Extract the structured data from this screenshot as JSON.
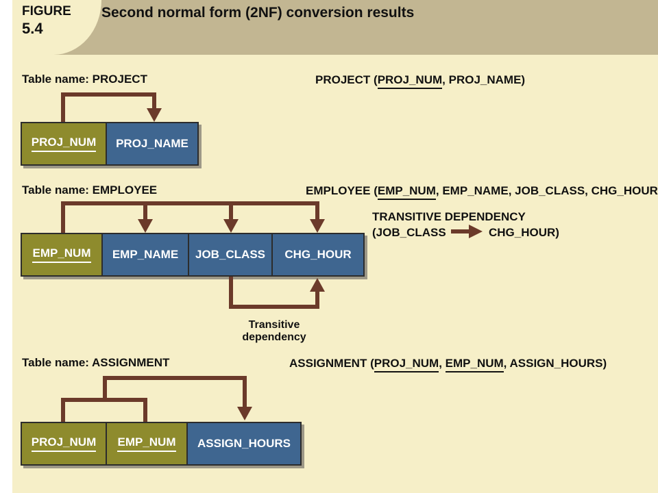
{
  "figure": {
    "label": "FIGURE",
    "number": "5.4",
    "title": "Second normal form (2NF) conversion results"
  },
  "project": {
    "table_name": "Table name: PROJECT",
    "columns": [
      {
        "name": "PROJ_NUM",
        "key": true
      },
      {
        "name": "PROJ_NAME",
        "key": false
      }
    ],
    "schema": {
      "table": "PROJECT",
      "keys": [
        "PROJ_NUM"
      ],
      "rest": [
        "PROJ_NAME"
      ]
    }
  },
  "employee": {
    "table_name": "Table name: EMPLOYEE",
    "columns": [
      {
        "name": "EMP_NUM",
        "key": true
      },
      {
        "name": "EMP_NAME",
        "key": false
      },
      {
        "name": "JOB_CLASS",
        "key": false
      },
      {
        "name": "CHG_HOUR",
        "key": false
      }
    ],
    "schema": {
      "table": "EMPLOYEE",
      "keys": [
        "EMP_NUM"
      ],
      "rest": [
        "EMP_NAME",
        "JOB_CLASS",
        "CHG_HOUR"
      ]
    },
    "transitive": {
      "heading": "TRANSITIVE DEPENDENCY",
      "from": "(JOB_CLASS",
      "to": "CHG_HOUR)"
    },
    "note_line1": "Transitive",
    "note_line2": "dependency"
  },
  "assignment": {
    "table_name": "Table name: ASSIGNMENT",
    "columns": [
      {
        "name": "PROJ_NUM",
        "key": true
      },
      {
        "name": "EMP_NUM",
        "key": true
      },
      {
        "name": "ASSIGN_HOURS",
        "key": false
      }
    ],
    "schema": {
      "table": "ASSIGNMENT",
      "keys": [
        "PROJ_NUM",
        "EMP_NUM"
      ],
      "rest": [
        "ASSIGN_HOURS"
      ]
    }
  },
  "colors": {
    "key_cell": "#8e8b2d",
    "nonkey_cell": "#3f6690",
    "arrow": "#6b3a2a",
    "background": "#f6efc8",
    "header": "#c2b692"
  }
}
